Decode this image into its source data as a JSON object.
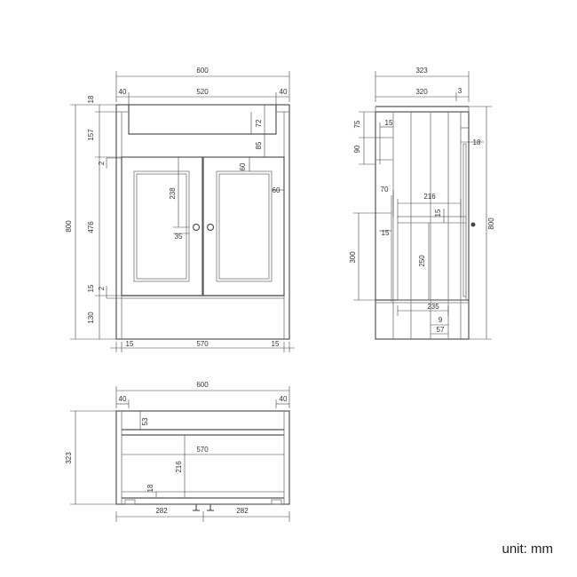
{
  "unit_label": "unit: mm",
  "front": {
    "w600": "600",
    "w520": "520",
    "w40l": "40",
    "w40r": "40",
    "h18": "18",
    "h157": "157",
    "h800": "800",
    "h2a": "2",
    "h476": "476",
    "h15": "15",
    "h2b": "2",
    "h130": "130",
    "v72": "72",
    "v85": "85",
    "v60a": "60",
    "v60b": "60",
    "v238": "238",
    "v35": "35",
    "b15l": "15",
    "b570": "570",
    "b15r": "15"
  },
  "side": {
    "w323": "323",
    "w320": "320",
    "w3": "3",
    "v75": "75",
    "v15a": "15",
    "v90": "90",
    "v18": "18",
    "v70": "70",
    "v216": "216",
    "v15b": "15",
    "v15c": "15",
    "v300": "300",
    "v250": "250",
    "v800": "800",
    "v235": "235",
    "v9": "9",
    "v57": "57"
  },
  "top": {
    "w600": "600",
    "w40l": "40",
    "w40r": "40",
    "h323": "323",
    "v53": "53",
    "v570": "570",
    "v216": "216",
    "v18": "18",
    "b282l": "282",
    "b282r": "282"
  }
}
